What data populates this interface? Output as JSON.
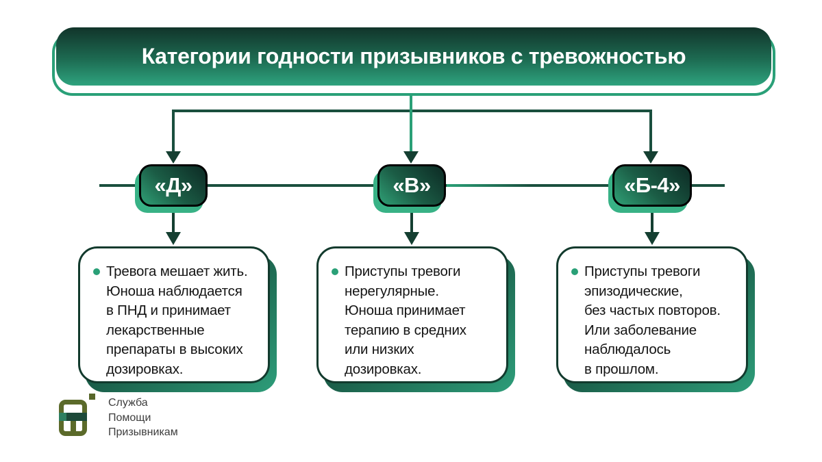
{
  "header": {
    "title": "Категории годности призывников с тревожностью"
  },
  "categories": [
    {
      "label": "«Д»",
      "description": "Тревога мешает жить.\nЮноша наблюдается\nв ПНД и принимает\nлекарственные\nпрепараты в высоких\nдозировках."
    },
    {
      "label": "«В»",
      "description": "Приступы тревоги\nнерегулярные.\nЮноша принимает\nтерапию в средних\nили низких\nдозировках."
    },
    {
      "label": "«Б-4»",
      "description": "Приступы тревоги\nэпизодические,\nбез частых повторов.\nИли заболевание\nнаблюдалось\nв прошлом."
    }
  ],
  "logo": {
    "name": "Служба\nПомощи\nПризывникам"
  },
  "colors": {
    "accent_green": "#2aa077",
    "dark_green": "#143f31",
    "line_green": "#1a4f3e",
    "header_gradient_top": "#11342a",
    "header_gradient_bottom": "#2ea37e",
    "badge_shadow": "#38b286",
    "badge_border": "#000000",
    "card_border": "#123a2d",
    "logo_olive": "#5b6a2a",
    "logo_teal": "#2e7f60",
    "text": "#141414"
  }
}
